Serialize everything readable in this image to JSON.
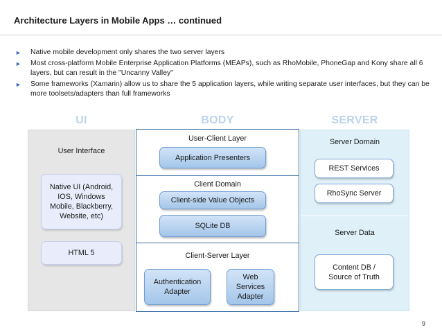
{
  "slide": {
    "title": "Architecture Layers in Mobile Apps … continued",
    "page_number": "9",
    "bullets": [
      "Native mobile development only shares the two server layers",
      "Most cross-platform Mobile Enterprise Application Platforms (MEAPs), such as RhoMobile, PhoneGap and Kony share all 6 layers, but can result in the \"Uncanny Valley\"",
      "Some frameworks (Xamarin) allow us to share the 5 application layers, while writing separate user interfaces, but they can be more toolsets/adapters than full frameworks"
    ]
  },
  "columns": {
    "ui": "UI",
    "body": "BODY",
    "server": "SERVER"
  },
  "ui_panel": {
    "label": "User Interface",
    "native_ui": "Native UI (Android, IOS, Windows Mobile, Blackberry, Website, etc)",
    "html5": "HTML 5"
  },
  "body_panel": {
    "user_client_layer": {
      "label": "User-Client Layer",
      "item": "Application Presenters"
    },
    "client_domain": {
      "label": "Client Domain",
      "items": [
        "Client-side Value Objects",
        "SQLite DB"
      ]
    },
    "client_server_layer": {
      "label": "Client-Server Layer",
      "items": [
        "Authentication Adapter",
        "Web Services Adapter"
      ]
    }
  },
  "server_panel": {
    "server_domain": {
      "label": "Server Domain",
      "items": [
        "REST Services",
        "RhoSync Server"
      ]
    },
    "server_data": {
      "label": "Server Data",
      "item": "Content DB / Source of Truth"
    }
  },
  "colors": {
    "accent_blue": "#3a6fa8",
    "header_light_blue": "#bcd3ea",
    "ui_panel_gray": "#e6e6e6",
    "server_panel_cyan": "#dff0f8"
  },
  "icons": {
    "bullet": "triangle-right-icon"
  }
}
